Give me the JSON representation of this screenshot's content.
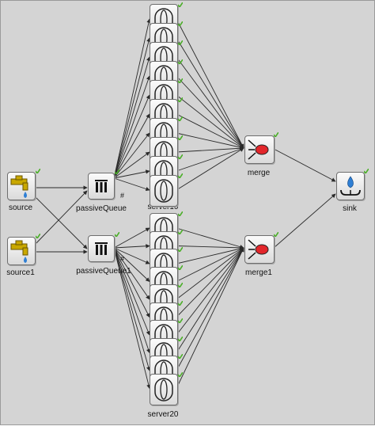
{
  "canvas": {
    "background": "#d4d4d4",
    "wire_color": "#2a2a2a",
    "status_color": "#4caf2a"
  },
  "modules": {
    "source": {
      "label": "source",
      "icon": "tap-icon"
    },
    "source1": {
      "label": "source1",
      "icon": "tap-icon"
    },
    "passiveQueue": {
      "label": "passiveQueue",
      "icon": "queue-icon",
      "gate_label": "#"
    },
    "passiveQueue1": {
      "label": "passiveQueue1",
      "icon": "queue-icon",
      "gate_label": "#"
    },
    "server10": {
      "label": "server10",
      "icon": "server-icon",
      "stack_count": 10
    },
    "server20": {
      "label": "server20",
      "icon": "server-icon",
      "stack_count": 10
    },
    "merge": {
      "label": "merge",
      "icon": "merge-icon"
    },
    "merge1": {
      "label": "merge1",
      "icon": "merge-icon"
    },
    "sink": {
      "label": "sink",
      "icon": "sink-icon"
    }
  }
}
